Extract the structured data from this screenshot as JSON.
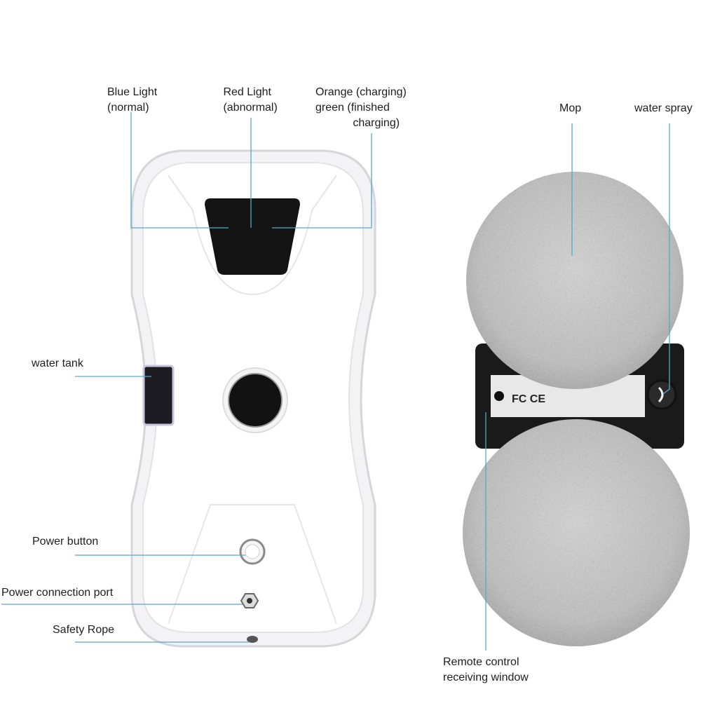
{
  "labels": {
    "blue_light": "Blue Light\n(normal)",
    "red_light": " Red Light\n (abnormal)",
    "orange_green": "Orange (charging)\ngreen (finished\n            charging)",
    "water_tank": "water tank",
    "power_button": "Power button",
    "power_port": "Power connection port",
    "safety_rope": "Safety Rope",
    "mop": "Mop",
    "water_spray": "water spray",
    "remote_window": "Remote control\nreceiving window"
  },
  "device_marks": {
    "certification": "FC CE"
  },
  "colors": {
    "leader_line": "#5aa6c6",
    "body_outline": "#d8d8dc",
    "screen": "#141414",
    "mop": "#c9c9c9",
    "frame": "#1a1a1a"
  }
}
